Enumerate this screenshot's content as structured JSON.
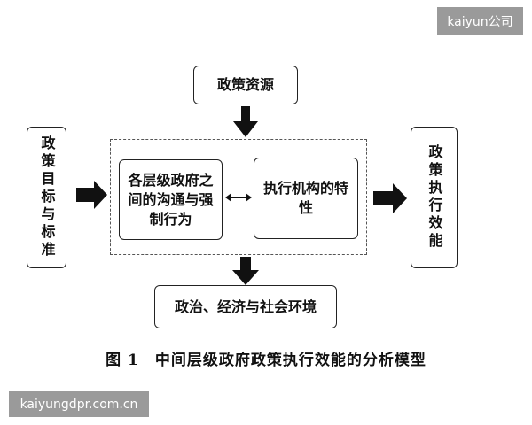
{
  "watermarks": {
    "top_right": "kaiyun公司",
    "bottom_left": "kaiyungdpr.com.cn"
  },
  "diagram": {
    "resources": "政策资源",
    "goals": "政策目标与标准",
    "communication": "各层级政府之间的沟通与强制行为",
    "agency": "执行机构的特性",
    "efficacy": "政策执行效能",
    "environment": "政治、经济与社会环境"
  },
  "caption": "图 1　中间层级政府政策执行效能的分析模型"
}
